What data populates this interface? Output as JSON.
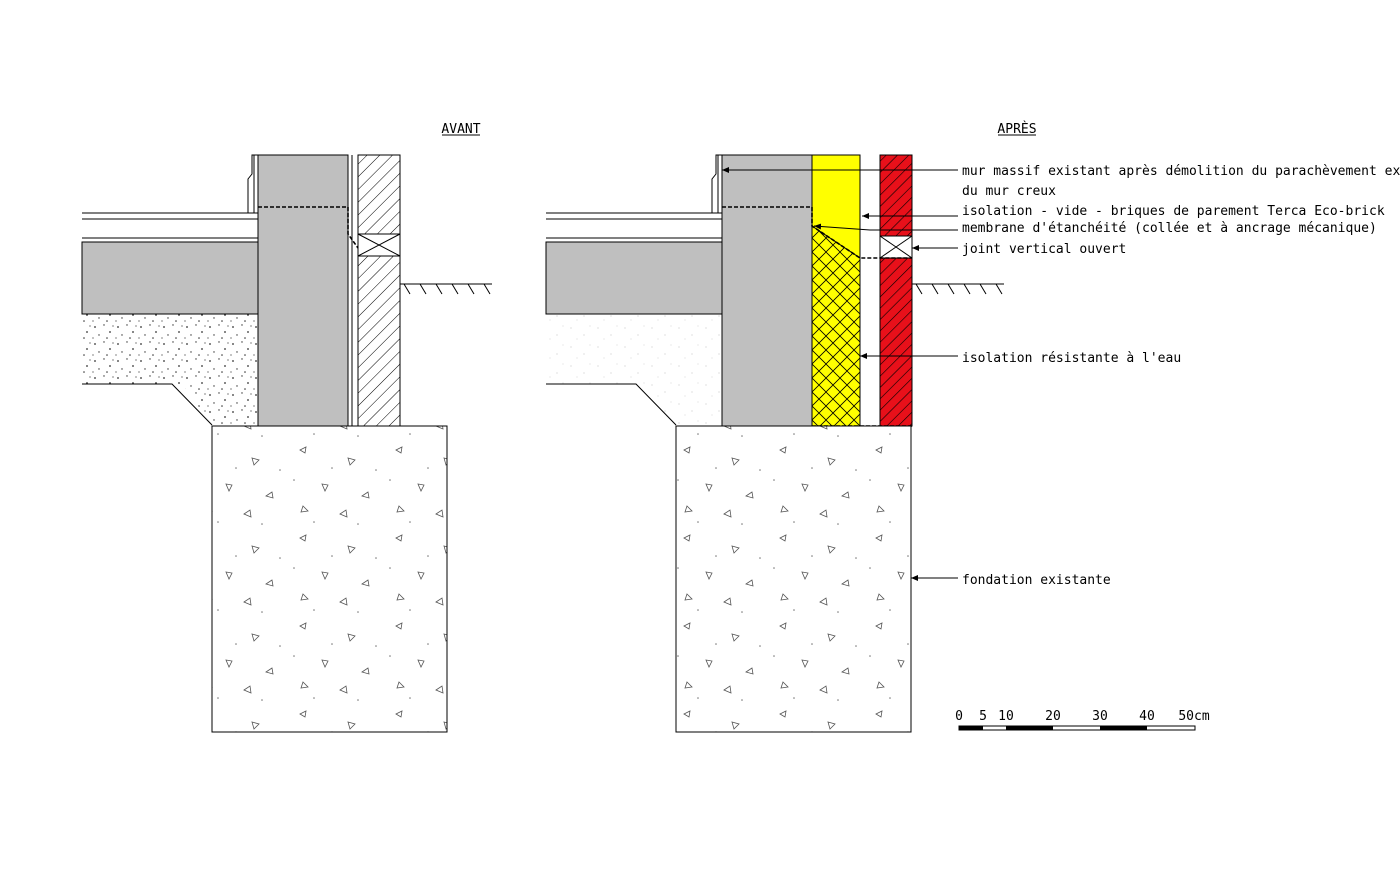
{
  "titles": {
    "before": "AVANT",
    "after": "APRÈS"
  },
  "labels": {
    "wall_line1": "mur massif existant après démolition du parachèvement extérieur",
    "wall_line2": "du mur creux",
    "insulation": "isolation - vide - briques de parement Terca Eco-brick",
    "membrane": "membrane d'étanchéité (collée et à ancrage mécanique)",
    "joint": "joint vertical ouvert",
    "water_insulation": "isolation résistante à l'eau",
    "foundation": "fondation existante"
  },
  "scale": {
    "ticks": [
      "0",
      "5",
      "10",
      "20",
      "30",
      "40",
      "50cm"
    ]
  },
  "colors": {
    "wall": "#bfbfbf",
    "insulation": "#ffff00",
    "brick": "#e8101a",
    "ink": "#000000"
  }
}
